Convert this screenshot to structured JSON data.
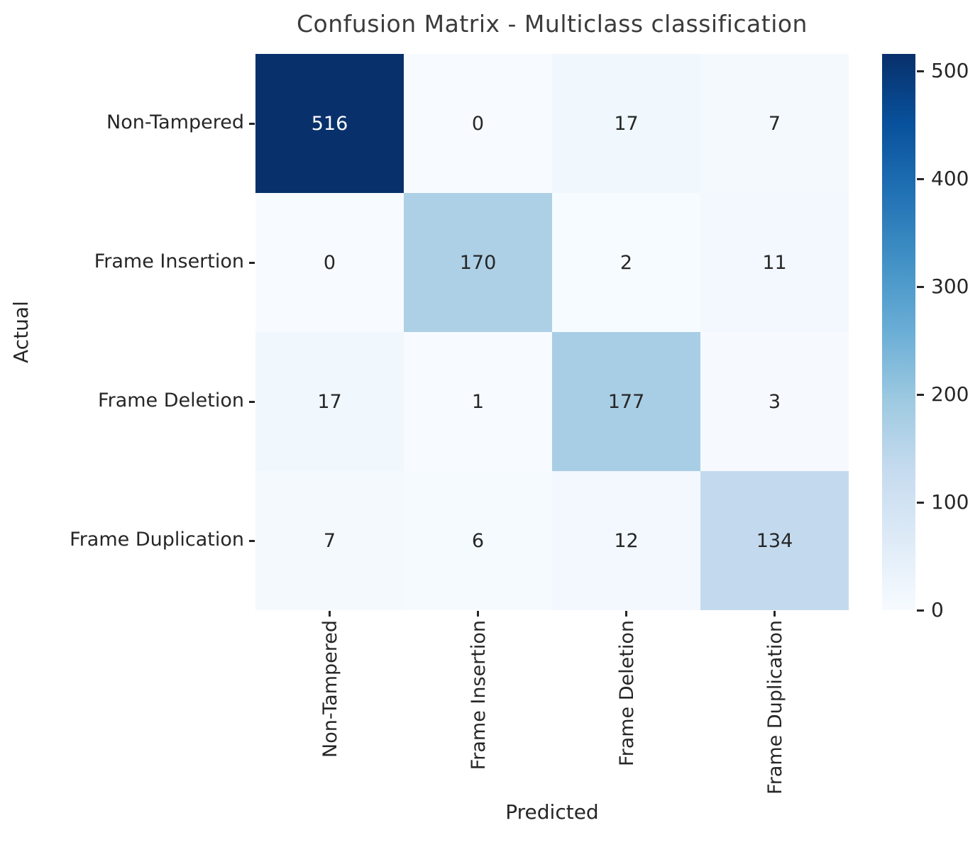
{
  "title": "Confusion Matrix - Multiclass classification",
  "chart_data": {
    "type": "heatmap",
    "title": "Confusion Matrix - Multiclass classification",
    "xlabel": "Predicted",
    "ylabel": "Actual",
    "x_categories": [
      "Non-Tampered",
      "Frame Insertion",
      "Frame Deletion",
      "Frame Duplication"
    ],
    "y_categories": [
      "Non-Tampered",
      "Frame Insertion",
      "Frame Deletion",
      "Frame Duplication"
    ],
    "rows": [
      [
        516,
        0,
        17,
        7
      ],
      [
        0,
        170,
        2,
        11
      ],
      [
        17,
        1,
        177,
        3
      ],
      [
        7,
        6,
        12,
        134
      ]
    ],
    "vmin": 0,
    "vmax": 516,
    "colorbar_ticks": [
      0,
      100,
      200,
      300,
      400,
      500
    ],
    "colormap_name": "Blues",
    "colormap_stops": [
      "#f7fbff",
      "#deebf7",
      "#c6dbef",
      "#9ecae1",
      "#6baed6",
      "#4292c6",
      "#2171b5",
      "#08519c",
      "#08306b"
    ],
    "annotation_dark_text": "#262626",
    "annotation_light_text": "#ffffff",
    "legend_position": "right-colorbar",
    "grid": false
  }
}
